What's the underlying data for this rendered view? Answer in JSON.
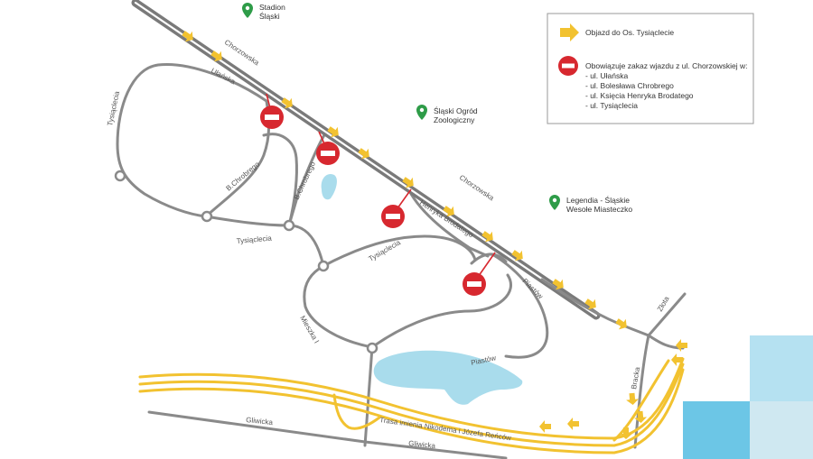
{
  "colors": {
    "road": "#8a8a8a",
    "rail": "#7a7a7a",
    "highway": "#f2c230",
    "detour": "#f2c230",
    "no_entry": "#d7282f",
    "poi_pin": "#2e9c48",
    "water": "#a9dcec",
    "corner_light": "#b5e1f1",
    "corner_dark": "#6cc6e6",
    "corner_pale": "#cfe8f1"
  },
  "legend": {
    "detour_label": "Objazd do Os. Tysiąclecie",
    "noentry_title": "Obowiązuje zakaz wjazdu z ul. Chorzowskiej w:",
    "noentry_items": [
      "- ul. Ułańska",
      "- ul. Bolesława Chrobrego",
      "- ul. Księcia Henryka Brodatego",
      "- ul. Tysiąclecia"
    ]
  },
  "pois": [
    {
      "id": "stadion",
      "lines": [
        "Stadion",
        "Śląski"
      ]
    },
    {
      "id": "zoo",
      "lines": [
        "Śląski Ogród",
        "Zoologiczny"
      ]
    },
    {
      "id": "legendia",
      "lines": [
        "Legendia - Śląskie",
        "Wesołe Miasteczko"
      ]
    }
  ],
  "streets": {
    "chorzowska_1": "Chorzowska",
    "chorzowska_2": "Chorzowska",
    "ulanska": "Ułańska",
    "tysiaclecia_left": "Tysiąclecia",
    "b_chrobrego_1": "B.Chrobrego",
    "b_chrobrego_2": "B.Chrobrego",
    "henryka_brodatego": "Henryka Brodatego",
    "tysiaclecia_bottom": "Tysiąclecia",
    "tysiaclecia_mid": "Tysiąclecia",
    "piastow_1": "Piastów",
    "piastow_2": "Piastów",
    "mieszka": "Mieszka I",
    "zlota": "Złota",
    "bracka": "Bracka",
    "gliwicka_1": "Gliwicka",
    "gliwicka_2": "Gliwicka",
    "trasa": "Trasa imienia Nikodema i Józefa Reńców"
  }
}
